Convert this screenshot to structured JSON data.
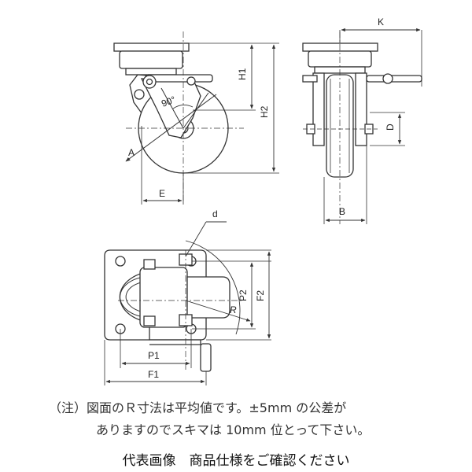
{
  "drawing": {
    "side_view": {
      "labels": {
        "h1": "H1",
        "h2": "H2",
        "e": "E",
        "a": "A",
        "angle": "90°"
      }
    },
    "front_view": {
      "labels": {
        "k": "K",
        "d": "D",
        "b": "B"
      }
    },
    "top_view": {
      "labels": {
        "d": "d",
        "r": "R",
        "p1": "P1",
        "p2": "P2",
        "f1": "F1",
        "f2": "F2"
      }
    }
  },
  "notes": {
    "line1": "（注）図面のＲ寸法は平均値です。±5mm の公差が",
    "line2": "ありますのでスキマは 10mm 位とって下さい。"
  },
  "caption": "代表画像　商品仕様をご確認ください",
  "colors": {
    "line": "#333333",
    "text": "#222222"
  }
}
